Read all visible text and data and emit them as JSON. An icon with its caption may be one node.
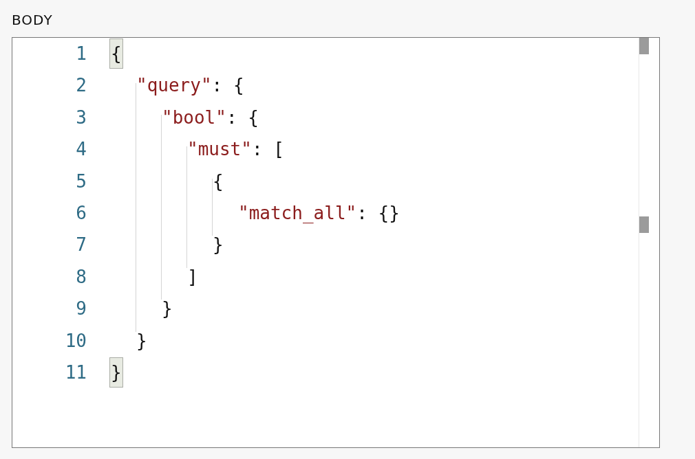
{
  "diagram": {
    "labels": [
      "BODY",
      "1",
      "{",
      "2",
      "\"query\": {",
      "3",
      "\"bool\": {",
      "4",
      "\"must\": [",
      "5",
      "{",
      "6",
      "\"match_all\": {}",
      "7",
      "}",
      "8",
      "]",
      "9",
      "}",
      "10",
      "}",
      "11",
      "}"
    ]
  }
}
